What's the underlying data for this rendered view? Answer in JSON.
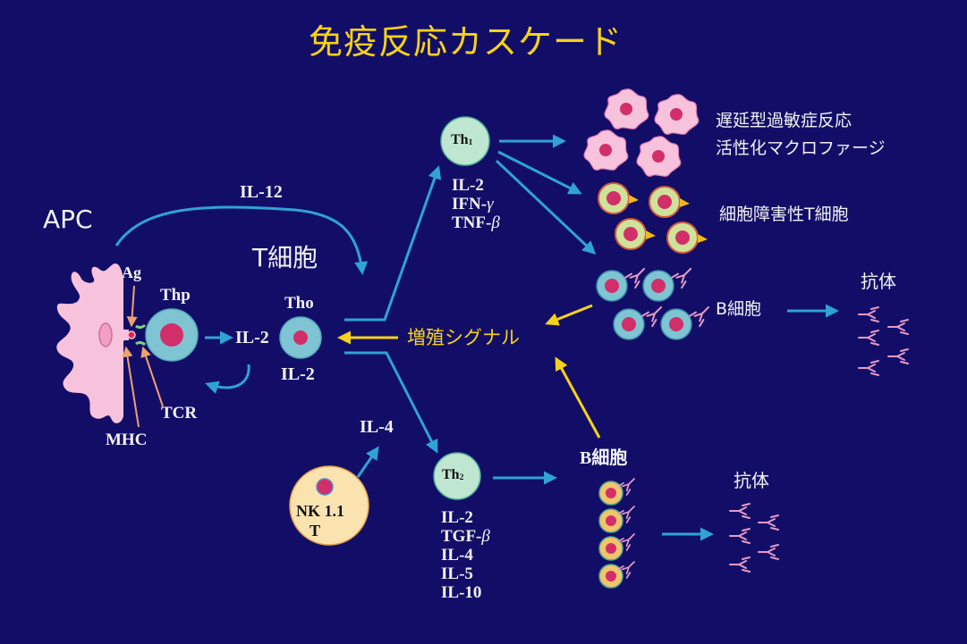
{
  "title": "免疫反応カスケード",
  "colors": {
    "background": "#120e68",
    "title": "#f5d21a",
    "arrow_blue": "#2fa3d6",
    "arrow_yellow": "#f5d21a",
    "arrow_orange": "#f0a070",
    "apc_pink": "#f7c2dc",
    "t_cell_cyan": "#7fc4d2",
    "nucleus": "#d22f6a",
    "th_cell": "#bfe6d0",
    "nk_cell": "#fbe3b0",
    "ctl_green": "#cfe29a",
    "b_cell_orange": "#f2c46b",
    "antibody": "#e89ac6"
  },
  "labels": {
    "apc": "APC",
    "ag": "Ag",
    "mhc": "MHC",
    "tcr": "TCR",
    "thp": "Thp",
    "il2_from_thp": "IL-2",
    "il12": "IL-12",
    "t_cell": "T細胞",
    "tho": "Tho",
    "tho_il2": "IL-2",
    "proliferation_signal": "増殖シグナル",
    "il4": "IL-4",
    "nk": {
      "line1": "NK 1.1",
      "line2": "T"
    }
  },
  "th1": {
    "name": "Th",
    "subscript": "1",
    "cytokines": [
      "IL-2",
      "IFN-",
      "TNF-"
    ],
    "cytokine_greek": [
      "",
      "γ",
      "β"
    ],
    "outputs": {
      "macrophage_line1": "遅延型過敏症反応",
      "macrophage_line2": "活性化マクロファージ",
      "ctl": "細胞障害性T細胞",
      "b_cell": "B細胞",
      "antibody": "抗体"
    }
  },
  "th2": {
    "name": "Th",
    "subscript": "2",
    "cytokines": [
      "IL-2",
      "TGF-",
      "IL-4",
      "IL-5",
      "IL-10"
    ],
    "cytokine_greek": [
      "",
      "β",
      "",
      "",
      ""
    ],
    "outputs": {
      "b_cell": "B細胞",
      "antibody": "抗体"
    }
  }
}
